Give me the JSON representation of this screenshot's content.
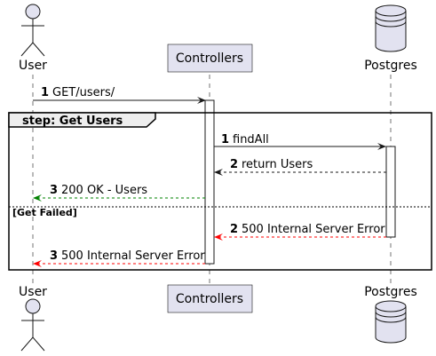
{
  "participants": {
    "user": "User",
    "controllers": "Controllers",
    "postgres": "Postgres"
  },
  "group": {
    "title": "step: Get Users",
    "else_label": "[Get Failed]"
  },
  "messages": [
    {
      "num": "1",
      "text": "GET/users/"
    },
    {
      "num": "1",
      "text": "findAll"
    },
    {
      "num": "2",
      "text": "return Users"
    },
    {
      "num": "3",
      "text": "200 OK - Users"
    },
    {
      "num": "2",
      "text": "500 Internal Server Error"
    },
    {
      "num": "3",
      "text": "500 Internal Server Error"
    }
  ],
  "colors": {
    "participant_fill": "#e2e2f0",
    "success_arrow": "#008000",
    "error_arrow": "#ff0000",
    "default_arrow": "#181818"
  }
}
